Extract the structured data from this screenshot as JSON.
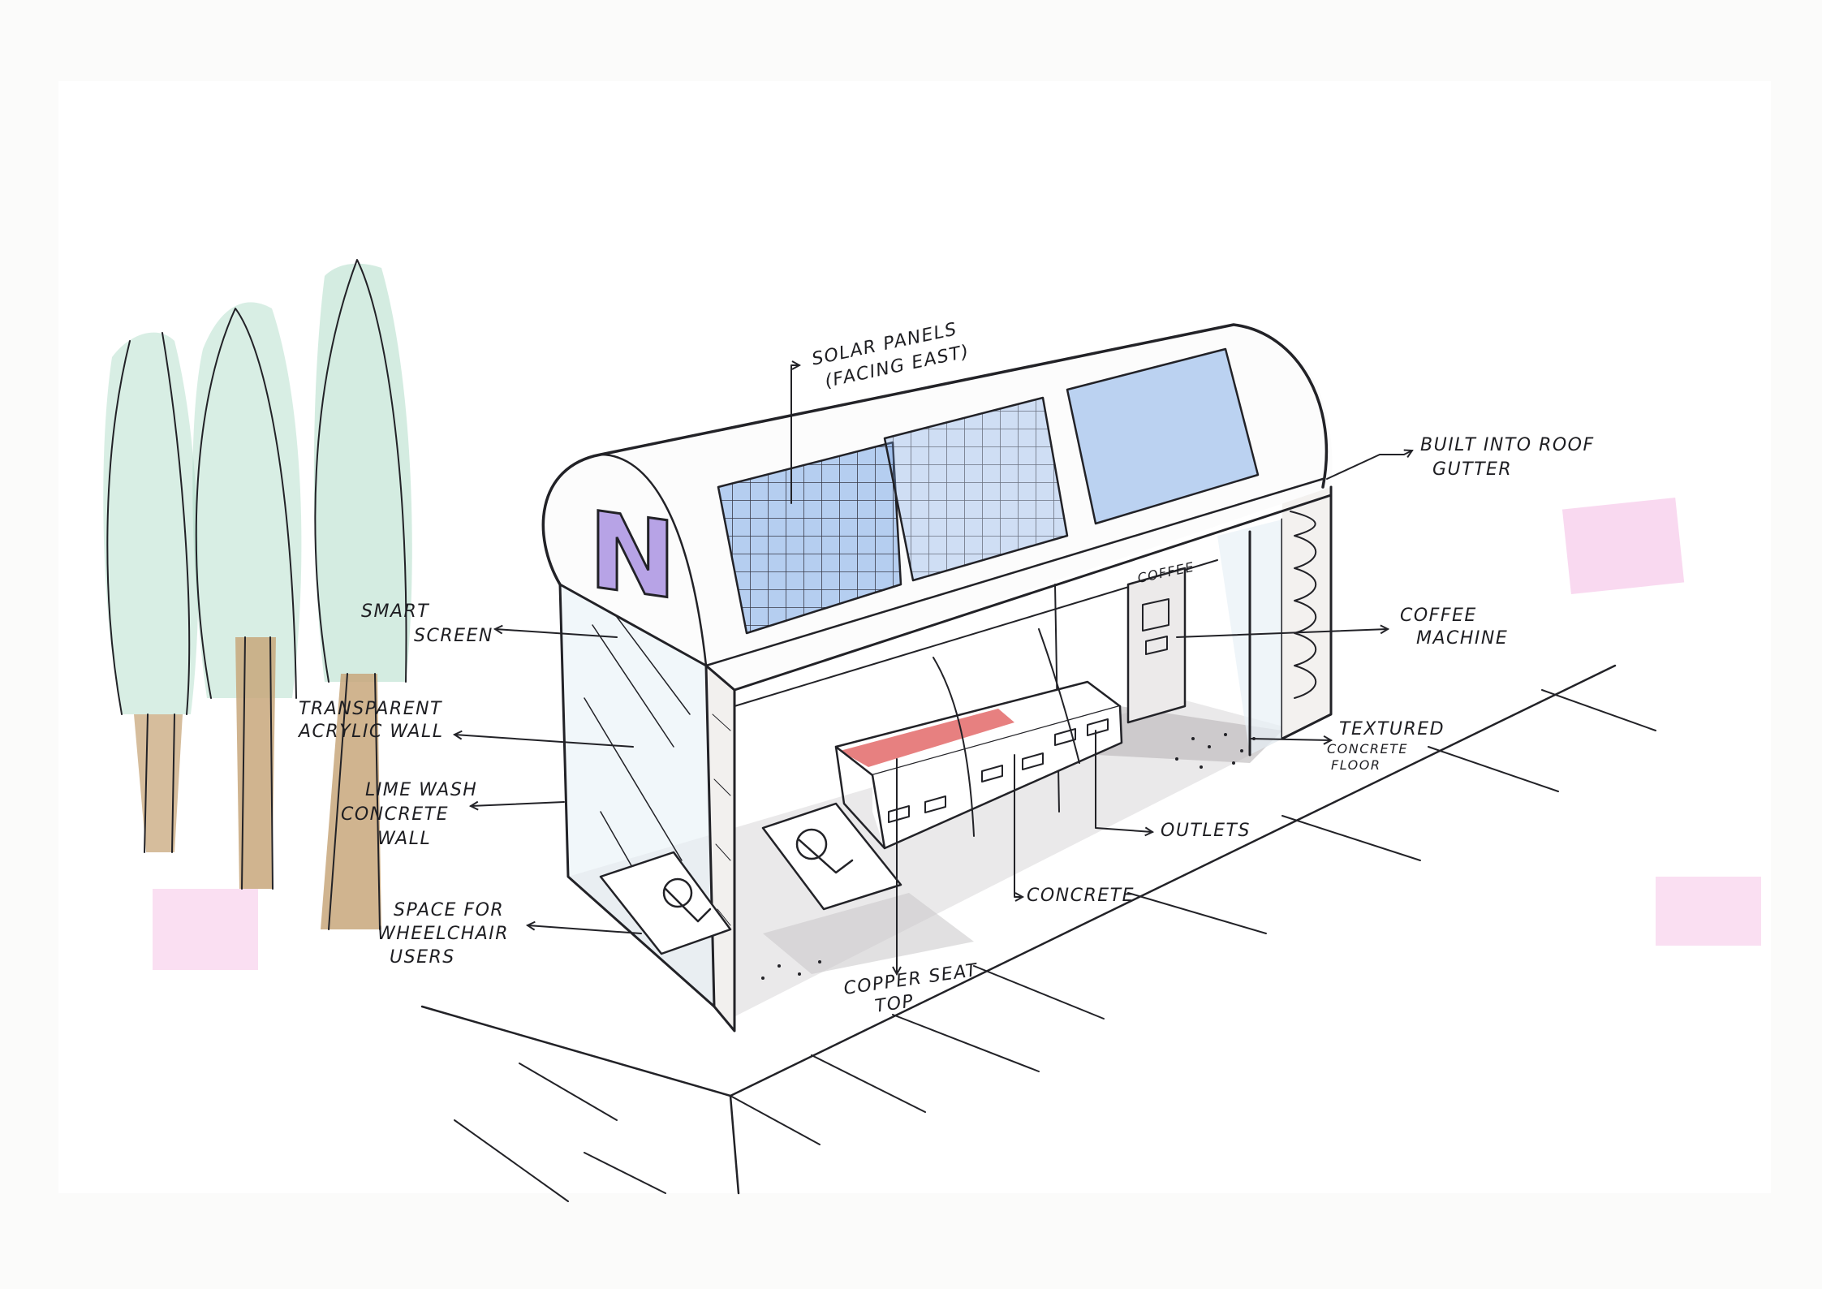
{
  "colors": {
    "ink": "#222227",
    "solar": "#7aa7e6",
    "trunk": "#c8a77b",
    "foliage": "#a9d9c4",
    "logo": "#b7a3e6",
    "seat": "#e36a6a",
    "note": "#f6c9ea"
  },
  "logo": {
    "letter": "N"
  },
  "coffee_sign": "COFFEE",
  "labels": {
    "solar_panels_1": "SOLAR PANELS",
    "solar_panels_2": "(FACING EAST)",
    "roof_gutter_1": "BUILT INTO ROOF",
    "roof_gutter_2": "GUTTER",
    "smart_screen_1": "SMART",
    "smart_screen_2": "SCREEN",
    "coffee_machine_1": "COFFEE",
    "coffee_machine_2": "MACHINE",
    "acrylic_wall_1": "TRANSPARENT",
    "acrylic_wall_2": "ACRYLIC WALL",
    "lime_wall_1": "LIME WASH",
    "lime_wall_2": "CONCRETE",
    "lime_wall_3": "WALL",
    "textured_floor_1": "TEXTURED",
    "textured_floor_2": "CONCRETE",
    "textured_floor_3": "FLOOR",
    "outlets": "OUTLETS",
    "concrete": "CONCRETE",
    "copper_seat_1": "COPPER SEAT",
    "copper_seat_2": "TOP",
    "wheelchair_1": "SPACE FOR",
    "wheelchair_2": "WHEELCHAIR",
    "wheelchair_3": "USERS"
  }
}
